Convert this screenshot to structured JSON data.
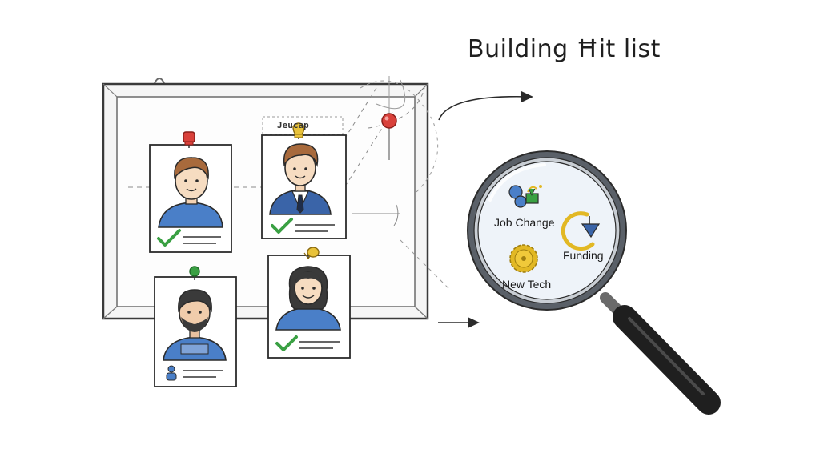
{
  "title": "Building Ħit list",
  "board_note": "Jeucap",
  "lens": {
    "labels": {
      "job_change": "Job Change",
      "funding": "Funding",
      "new_tech": "New Tech"
    }
  },
  "colors": {
    "stroke": "#2b2b2b",
    "shirt_blue": "#4a7fc8",
    "suit_blue": "#3a64a8",
    "check_green": "#3aa043",
    "pin_red": "#d9413b",
    "pin_yellow": "#e8c23a",
    "pin_green": "#3aa043",
    "lens_fill": "#eef3f9",
    "rim": "#5a6068",
    "handle": "#1f1f1f",
    "gold": "#e2b824"
  },
  "icons": [
    "push-pin-icon",
    "check-mark-icon",
    "person-avatar-icon",
    "magnifying-glass-icon",
    "gear-icon",
    "arrow-icon",
    "download-arrow-icon",
    "people-icon"
  ]
}
